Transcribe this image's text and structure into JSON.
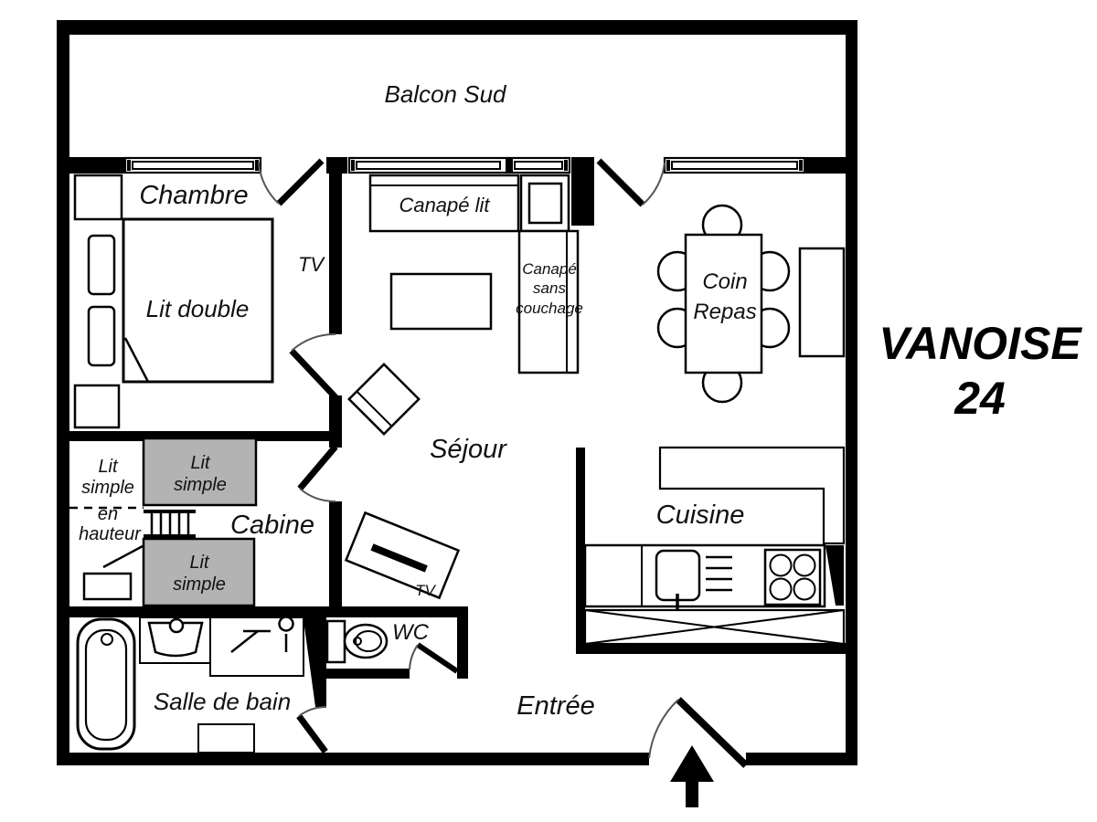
{
  "plan": {
    "title_line1": "VANOISE",
    "title_line2": "24"
  },
  "rooms": {
    "balcon": "Balcon Sud",
    "chambre": "Chambre",
    "sejour": "Séjour",
    "cabine": "Cabine",
    "cuisine": "Cuisine",
    "salle_de_bain": "Salle de bain",
    "wc": "WC",
    "entree": "Entrée",
    "coin_repas_line1": "Coin",
    "coin_repas_line2": "Repas"
  },
  "furniture": {
    "lit_double": "Lit double",
    "canape_lit": "Canapé lit",
    "canape_sans_line1": "Canapé",
    "canape_sans_line2": "sans",
    "canape_sans_line3": "couchage",
    "tv_chambre": "TV",
    "tv_sejour": "TV",
    "lit_simple_haut_line1": "Lit",
    "lit_simple_haut_line2": "simple",
    "lit_simple_haut_line3": "en",
    "lit_simple_haut_line4": "hauteur",
    "lit_simple_top_line1": "Lit",
    "lit_simple_top_line2": "simple",
    "lit_simple_bot_line1": "Lit",
    "lit_simple_bot_line2": "simple"
  },
  "colors": {
    "wall": "#000000",
    "bed_fill": "#b3b3b3",
    "background": "#ffffff"
  }
}
